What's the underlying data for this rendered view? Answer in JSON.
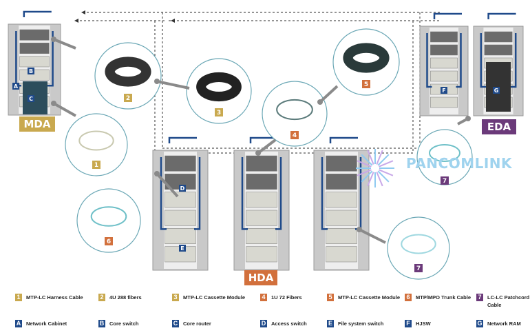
{
  "zones": {
    "mda": "MDA",
    "hda": "HDA",
    "eda": "EDA"
  },
  "logo": "PANCOMLINK",
  "colors": {
    "gold": "#c9a94f",
    "orange": "#d2703c",
    "purple": "#6b3a7a",
    "navy": "#1f4a8a",
    "cable": "#1f4a8a",
    "circle": "#6aa7b5",
    "arrow": "#8a8a8a"
  },
  "callouts": [
    "1",
    "2",
    "3",
    "4",
    "5",
    "6",
    "7",
    "7"
  ],
  "rack_labels": {
    "mda": [
      "B",
      "A",
      "C"
    ],
    "hda": [
      "D",
      "E"
    ],
    "eda": [
      "F",
      "G"
    ]
  },
  "legend": [
    {
      "badge": "1",
      "label": "MTP-LC Harness Cable",
      "color": "#c9a94f"
    },
    {
      "badge": "2",
      "label": "4U 288 fibers",
      "color": "#c9a94f"
    },
    {
      "badge": "3",
      "label": "MTP-LC Cassette Module",
      "color": "#c9a94f"
    },
    {
      "badge": "4",
      "label": "1U 72 Fibers",
      "color": "#d2703c"
    },
    {
      "badge": "5",
      "label": "MTP-LC Cassette Module",
      "color": "#d2703c"
    },
    {
      "badge": "6",
      "label": "MTP/MPO Trunk Cable",
      "color": "#d2703c"
    },
    {
      "badge": "7",
      "label": "LC-LC Patchcord Cable",
      "color": "#6b3a7a"
    },
    {
      "badge": "A",
      "label": "Network Cabinet",
      "color": "#1f4a8a"
    },
    {
      "badge": "B",
      "label": "Core switch",
      "color": "#1f4a8a"
    },
    {
      "badge": "C",
      "label": "Core router",
      "color": "#1f4a8a"
    },
    {
      "badge": "D",
      "label": "Access switch",
      "color": "#1f4a8a"
    },
    {
      "badge": "E",
      "label": "File system switch",
      "color": "#1f4a8a"
    },
    {
      "badge": "F",
      "label": "HJSW",
      "color": "#1f4a8a"
    },
    {
      "badge": "G",
      "label": "Network RAM",
      "color": "#1f4a8a"
    }
  ]
}
